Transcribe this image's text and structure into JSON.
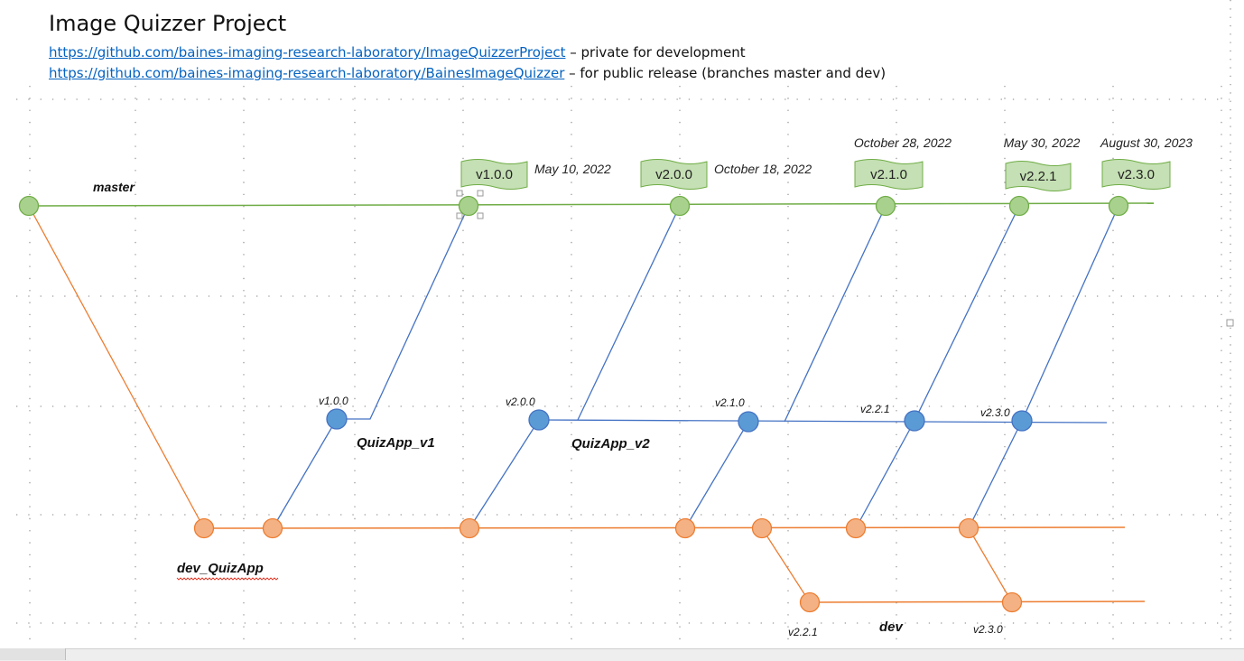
{
  "title": "Image Quizzer Project",
  "links": [
    {
      "url": "https://github.com/baines-imaging-research-laboratory/ImageQuizzerProject",
      "note": " – private for development"
    },
    {
      "url": "https://github.com/baines-imaging-research-laboratory/BainesImageQuizzer",
      "note": " – for public release (branches master and dev)"
    }
  ],
  "colors": {
    "master": "#70ad47",
    "master_fill": "#a9d18e",
    "release": "#4472c4",
    "release_fill": "#5b9bd5",
    "dev": "#ed7d31",
    "dev_fill": "#f4b183",
    "tag_fill": "#c5e0b4",
    "grid": "#9a9a9a"
  },
  "branch_labels": {
    "master": "master",
    "quizapp_v1": "QuizApp_v1",
    "quizapp_v2": "QuizApp_v2",
    "dev_quizapp": "dev_QuizApp",
    "dev": "dev"
  },
  "master_tags": [
    {
      "label": "v1.0.0",
      "date": "May 10, 2022"
    },
    {
      "label": "v2.0.0",
      "date": "October 18, 2022"
    },
    {
      "label": "v2.1.0",
      "date": "October 28, 2022"
    },
    {
      "label": "v2.2.1",
      "date": "May 30, 2022"
    },
    {
      "label": "v2.3.0",
      "date": "August 30, 2023"
    }
  ],
  "release_labels": [
    "v1.0.0",
    "v2.0.0",
    "v2.1.0",
    "v2.2.1",
    "v2.3.0"
  ],
  "dev_labels": [
    "v2.2.1",
    "v2.3.0"
  ]
}
